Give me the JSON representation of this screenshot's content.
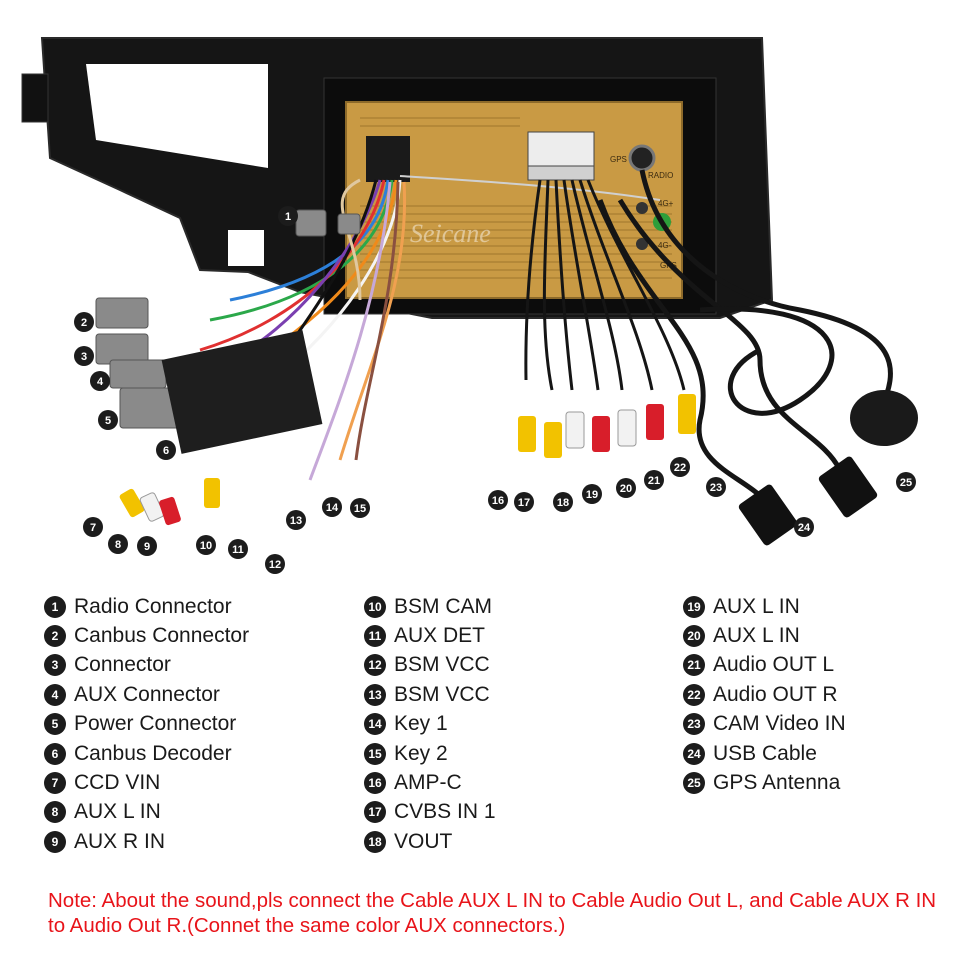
{
  "watermark": "Seicane",
  "unit_labels": {
    "radio": "RADIO",
    "gps": "GPS",
    "port_4g_a": "4G+",
    "port_4g_b": "4G-",
    "gps2": "GPS"
  },
  "callouts": [
    {
      "n": "1"
    },
    {
      "n": "2"
    },
    {
      "n": "3"
    },
    {
      "n": "4"
    },
    {
      "n": "5"
    },
    {
      "n": "6"
    },
    {
      "n": "7"
    },
    {
      "n": "8"
    },
    {
      "n": "9"
    },
    {
      "n": "10"
    },
    {
      "n": "11"
    },
    {
      "n": "12"
    },
    {
      "n": "13"
    },
    {
      "n": "14"
    },
    {
      "n": "15"
    },
    {
      "n": "16"
    },
    {
      "n": "17"
    },
    {
      "n": "18"
    },
    {
      "n": "19"
    },
    {
      "n": "20"
    },
    {
      "n": "21"
    },
    {
      "n": "22"
    },
    {
      "n": "23"
    },
    {
      "n": "24"
    },
    {
      "n": "25"
    }
  ],
  "legend": [
    {
      "n": "1",
      "label": "Radio Connector"
    },
    {
      "n": "2",
      "label": "Canbus Connector"
    },
    {
      "n": "3",
      "label": "Connector"
    },
    {
      "n": "4",
      "label": "AUX Connector"
    },
    {
      "n": "5",
      "label": "Power Connector"
    },
    {
      "n": "6",
      "label": "Canbus Decoder"
    },
    {
      "n": "7",
      "label": "CCD VIN"
    },
    {
      "n": "8",
      "label": "AUX L IN"
    },
    {
      "n": "9",
      "label": "AUX R IN"
    },
    {
      "n": "10",
      "label": "BSM CAM"
    },
    {
      "n": "11",
      "label": "AUX DET"
    },
    {
      "n": "12",
      "label": "BSM VCC"
    },
    {
      "n": "13",
      "label": "BSM VCC"
    },
    {
      "n": "14",
      "label": "Key 1"
    },
    {
      "n": "15",
      "label": "Key 2"
    },
    {
      "n": "16",
      "label": "AMP-C"
    },
    {
      "n": "17",
      "label": "CVBS IN 1"
    },
    {
      "n": "18",
      "label": "VOUT"
    },
    {
      "n": "19",
      "label": "AUX L IN"
    },
    {
      "n": "20",
      "label": "AUX L IN"
    },
    {
      "n": "21",
      "label": "Audio OUT L"
    },
    {
      "n": "22",
      "label": "Audio OUT R"
    },
    {
      "n": "23",
      "label": "CAM Video IN"
    },
    {
      "n": "24",
      "label": "USB Cable"
    },
    {
      "n": "25",
      "label": "GPS Antenna"
    }
  ],
  "note": "Note: About the sound,pls connect the Cable AUX L IN to Cable Audio Out L, and Cable AUX R IN to  Audio Out R.(Connet the same color AUX connectors.)",
  "colors": {
    "frame": "#151515",
    "chassis": "#c99a44",
    "note": "#e8141a",
    "rca_yellow": "#f2c200",
    "rca_red": "#d81e2a",
    "rca_white": "#f2f2f2"
  }
}
